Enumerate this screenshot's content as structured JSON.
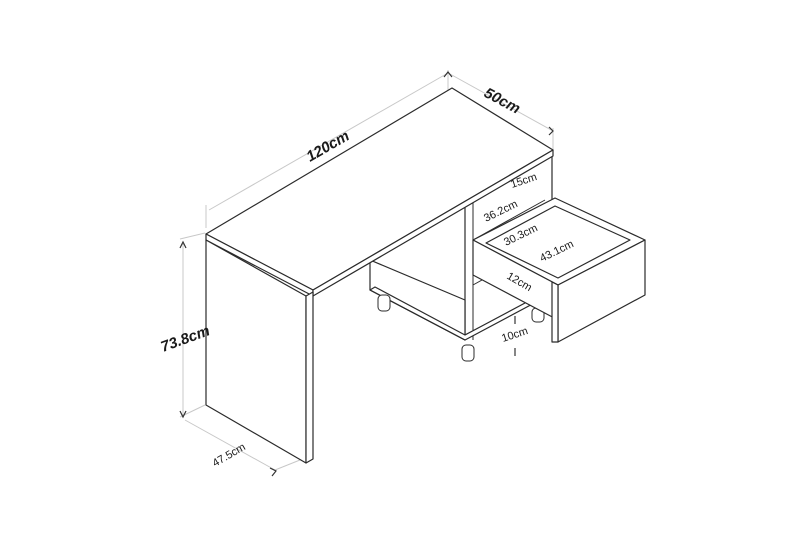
{
  "diagram": {
    "subject": "Desk with drawer unit - dimensions",
    "dimensions": {
      "width": "120cm",
      "depth_top": "50cm",
      "height": "73.8cm",
      "side_panel_depth": "47.5cm",
      "top_drawer_height": "15cm",
      "compartment_width": "36.2cm",
      "drawer_inner_width": "30.3cm",
      "drawer_inner_depth": "43.1cm",
      "drawer_height": "12cm",
      "leg_clearance": "10cm"
    },
    "colors": {
      "outline": "#2b2b2b",
      "dimension_line": "#c8c8c8",
      "background": "#ffffff"
    }
  }
}
